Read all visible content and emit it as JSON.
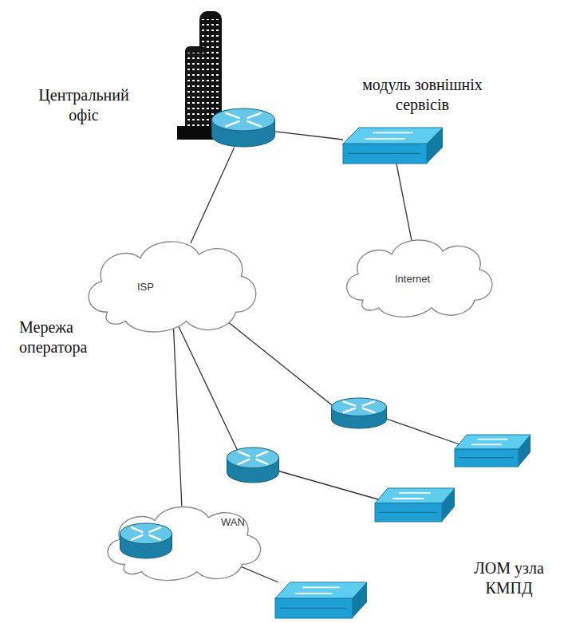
{
  "diagram": {
    "nodes": [
      {
        "text": [
          "Центральний офіс"
        ]
      },
      {
        "text": [
          "модуль зовнішніх сервісів"
        ]
      },
      {
        "text": [
          "Internet"
        ]
      },
      {
        "text": [
          "ISP",
          "Мережа оператора"
        ]
      },
      {
        "text": [
          "WAN"
        ]
      },
      {
        "text": [
          "ЛОМ узла КМПД"
        ]
      }
    ],
    "edges": [
      {
        "from": 0,
        "to": 1,
        "arrow": "none"
      },
      {
        "from": 1,
        "to": 2,
        "arrow": "none"
      },
      {
        "from": 0,
        "to": 3,
        "arrow": "none"
      },
      {
        "from": 3,
        "to": 4,
        "arrow": "none"
      },
      {
        "from": 4,
        "to": 5,
        "arrow": "none"
      }
    ]
  }
}
